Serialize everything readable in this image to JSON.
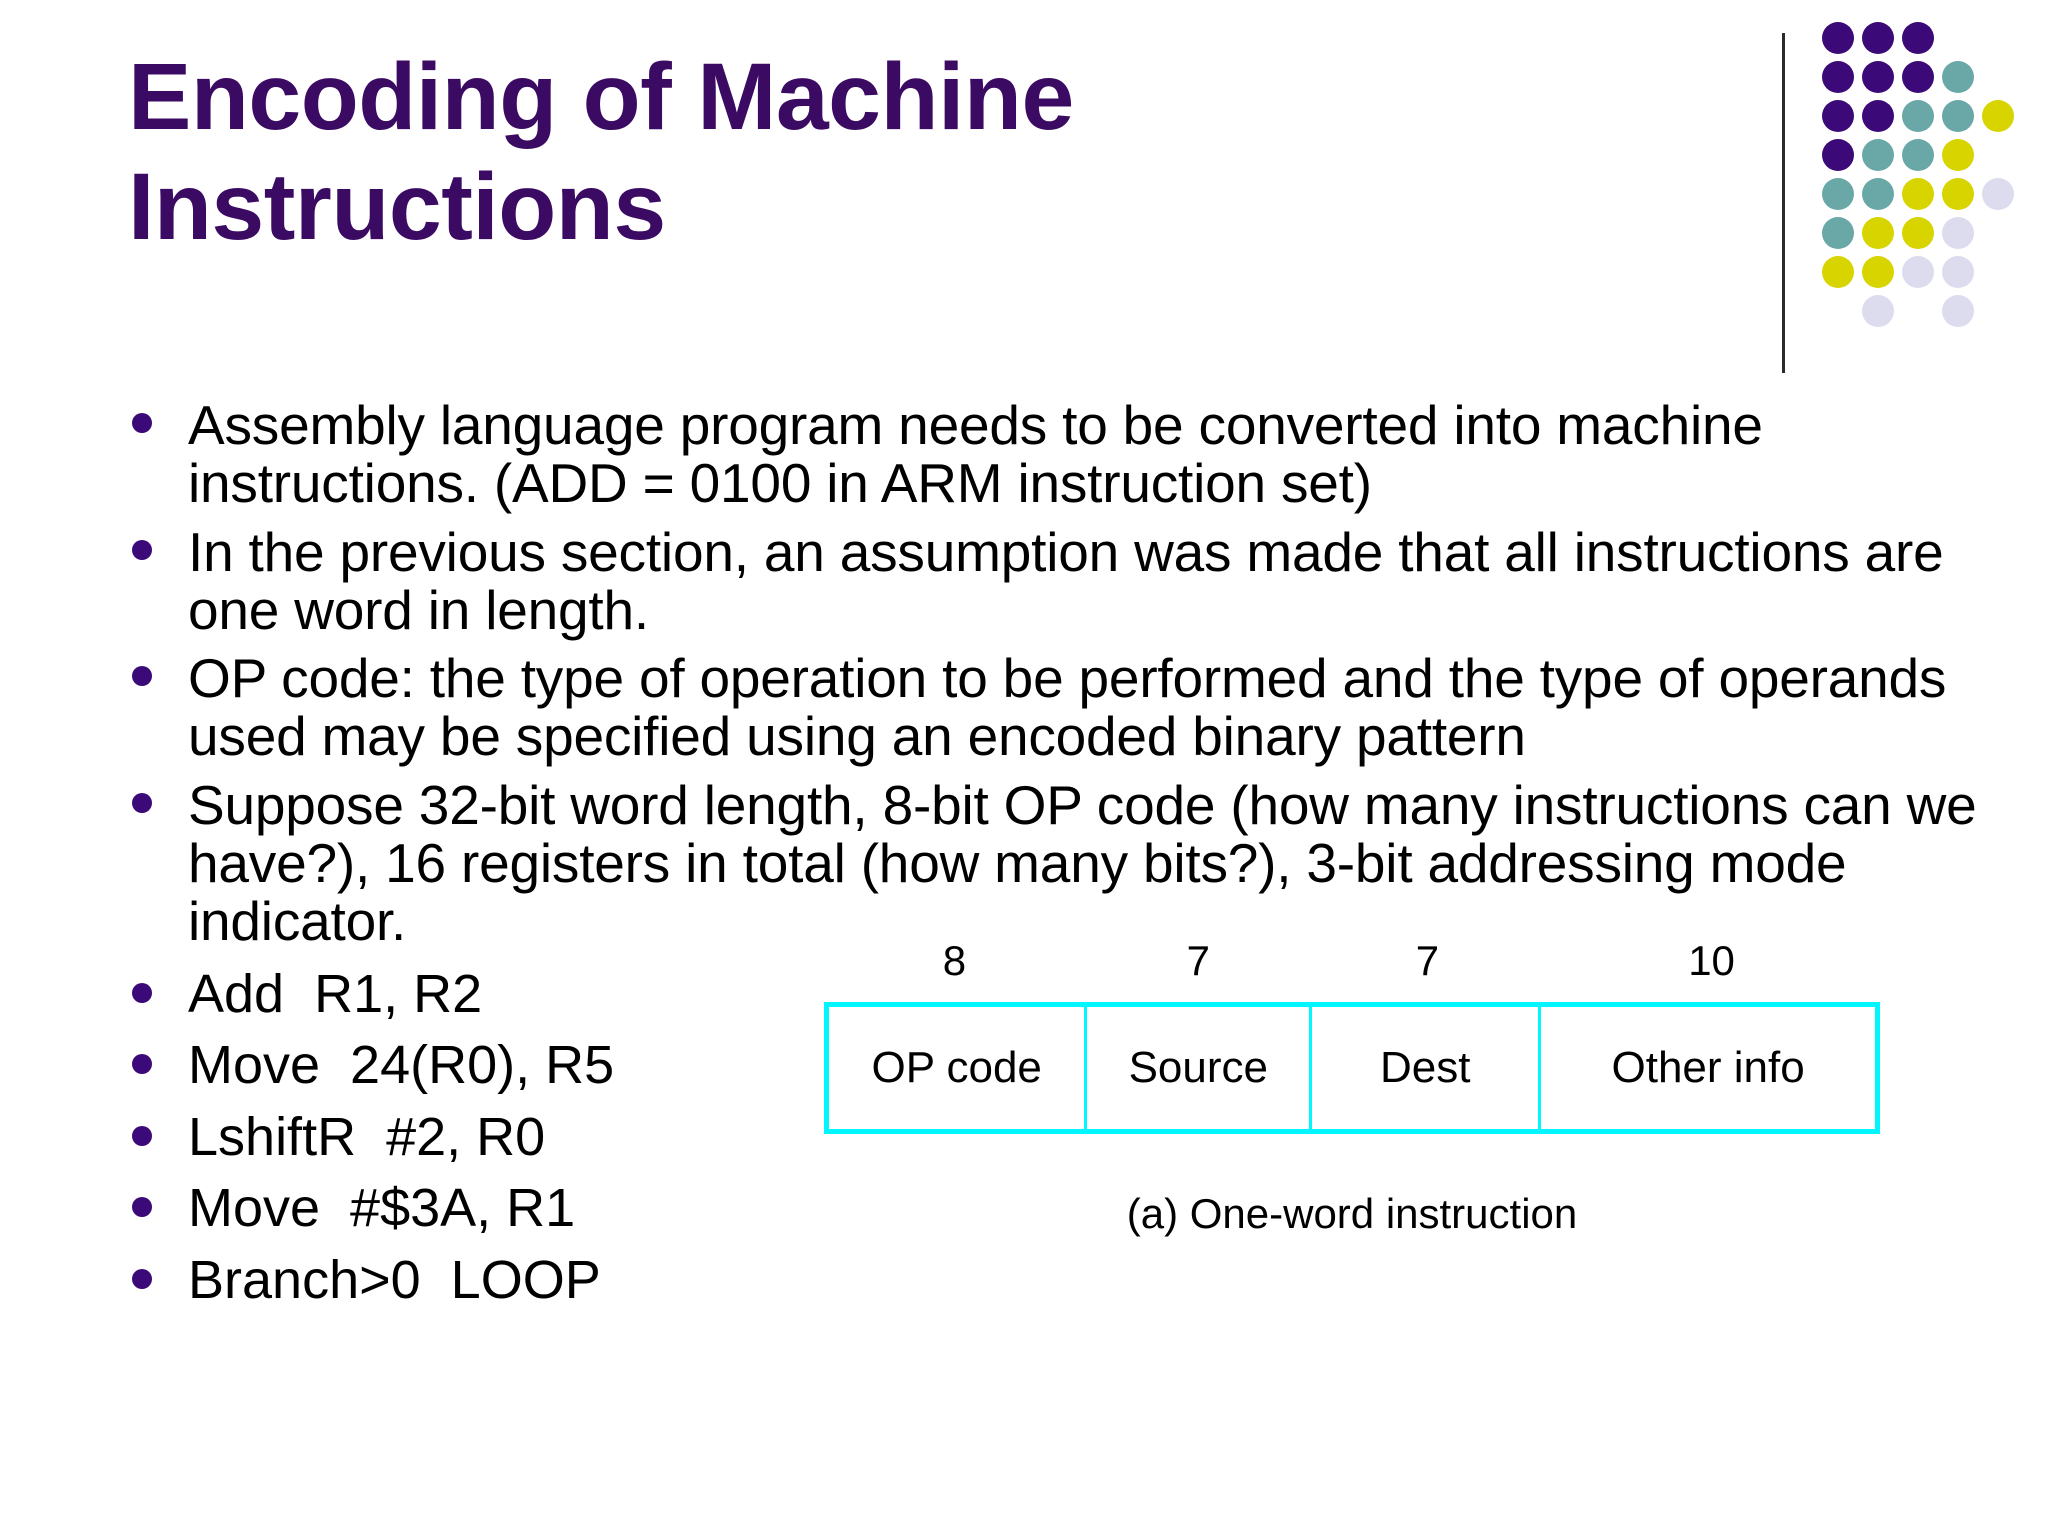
{
  "slide": {
    "title": "Encoding of Machine Instructions",
    "background_color": "#ffffff",
    "title_color": "#3B0A63",
    "bullet_color": "#3B0A78",
    "accent_cyan": "#00F7FF"
  },
  "logo": {
    "name": "dot-matrix-logo",
    "colors": {
      "purple": "#3B0A78",
      "teal": "#6AA8A8",
      "yellow": "#D7D400",
      "lavender": "#DCDCEE"
    },
    "rows": [
      [
        "purple",
        "purple",
        "purple",
        null,
        null
      ],
      [
        "purple",
        "purple",
        "purple",
        "teal",
        null
      ],
      [
        "purple",
        "purple",
        "teal",
        "teal",
        "yellow"
      ],
      [
        "purple",
        "teal",
        "teal",
        "yellow",
        null
      ],
      [
        "teal",
        "teal",
        "yellow",
        "yellow",
        "lavender"
      ],
      [
        "teal",
        "yellow",
        "yellow",
        "lavender",
        null
      ],
      [
        "yellow",
        "yellow",
        "lavender",
        "lavender",
        null
      ],
      [
        null,
        "lavender",
        null,
        "lavender",
        null
      ]
    ]
  },
  "bullets": {
    "paragraphs": [
      "Assembly language program needs to be converted into machine instructions. (ADD = 0100 in ARM instruction set)",
      "In the previous section, an assumption was made that all instructions are one word in length.",
      "OP code: the type of operation to be performed and the type of operands used may be specified using an encoded binary pattern",
      "Suppose 32-bit word length, 8-bit OP code (how many instructions can we have?), 16 registers in total (how many bits?), 3-bit addressing mode indicator."
    ],
    "instructions": [
      "Add  R1, R2",
      "Move  24(R0), R5",
      "LshiftR  #2, R0",
      "Move  #$3A, R1",
      "Branch>0  LOOP"
    ]
  },
  "figure": {
    "caption": "(a) One-word instruction",
    "fields": [
      {
        "bits": "8",
        "label": "OP code",
        "width_pct": 24.7
      },
      {
        "bits": "7",
        "label": "Source",
        "width_pct": 21.5
      },
      {
        "bits": "7",
        "label": "Dest",
        "width_pct": 21.9
      },
      {
        "bits": "10",
        "label": "Other info",
        "width_pct": 31.9
      }
    ]
  }
}
